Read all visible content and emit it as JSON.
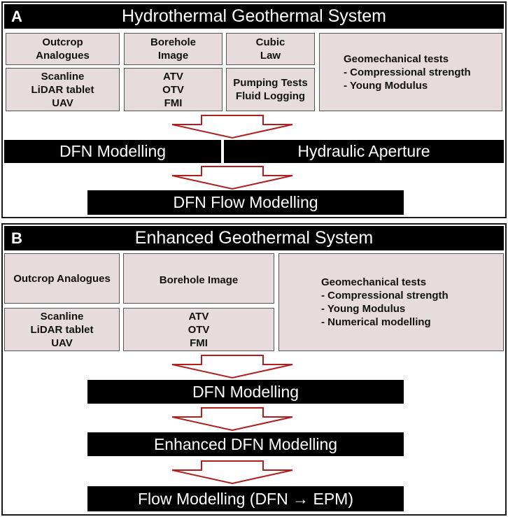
{
  "panelA": {
    "letter": "A",
    "title": "Hydrothermal Geothermal System",
    "outcrop": [
      "Outcrop",
      "Analogues"
    ],
    "scanline": [
      "Scanline",
      "LiDAR tablet",
      "UAV"
    ],
    "borehole": [
      "Borehole",
      "Image"
    ],
    "atv": [
      "ATV",
      "OTV",
      "FMI"
    ],
    "cubic": [
      "Cubic",
      "Law"
    ],
    "pumping": [
      "Pumping Tests",
      "Fluid Logging"
    ],
    "geomech": [
      "Geomechanical tests",
      "- Compressional strength",
      "- Young Modulus"
    ],
    "dfn_modelling": "DFN Modelling",
    "hydraulic_aperture": "Hydraulic Aperture",
    "dfn_flow": "DFN Flow Modelling"
  },
  "panelB": {
    "letter": "B",
    "title": "Enhanced Geothermal System",
    "outcrop": [
      "Outcrop Analogues"
    ],
    "scanline": [
      "Scanline",
      "LiDAR tablet",
      "UAV"
    ],
    "borehole": [
      "Borehole Image"
    ],
    "atv": [
      "ATV",
      "OTV",
      "FMI"
    ],
    "geomech": [
      "Geomechanical tests",
      "- Compressional strength",
      "- Young Modulus",
      "- Numerical modelling"
    ],
    "dfn_modelling": "DFN Modelling",
    "enhanced_dfn": "Enhanced DFN Modelling",
    "flow": "Flow Modelling (DFN → EPM)"
  },
  "colors": {
    "box_fill": "#e6dcde",
    "arrow_stroke": "#b21e1e",
    "bar_fill": "#000000"
  }
}
